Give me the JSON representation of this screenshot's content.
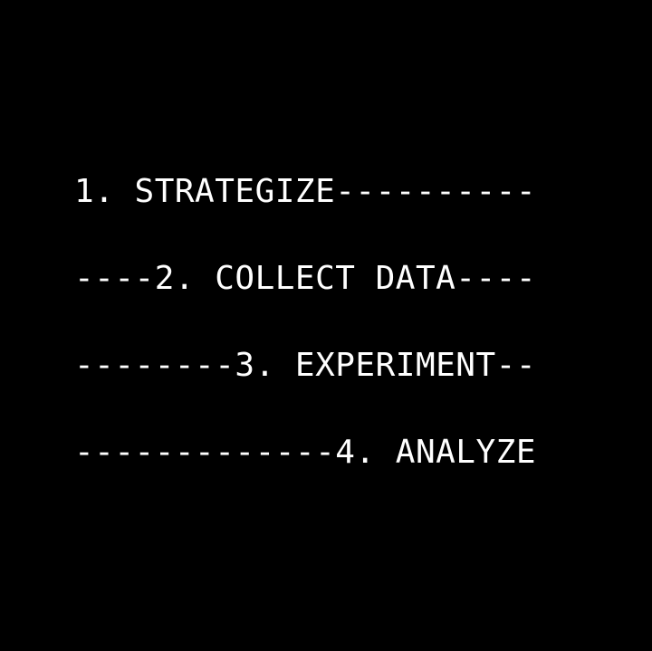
{
  "lines": [
    "1. STRATEGIZE----------",
    "----2. COLLECT DATA----",
    "--------3. EXPERIMENT--",
    "-------------4. ANALYZE"
  ],
  "colors": {
    "background": "#000000",
    "text": "#ffffff"
  }
}
